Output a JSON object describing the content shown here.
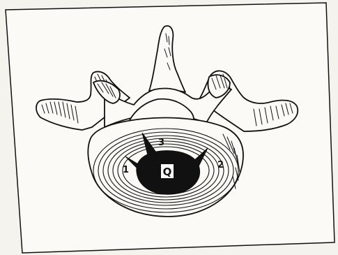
{
  "labels": {
    "nucleus": "Q",
    "fissure_1": "1",
    "fissure_2": "2",
    "fissure_3": "3"
  },
  "colors": {
    "paper": "#fbfaf6",
    "background": "#f4f3ee",
    "ink": "#111111"
  }
}
